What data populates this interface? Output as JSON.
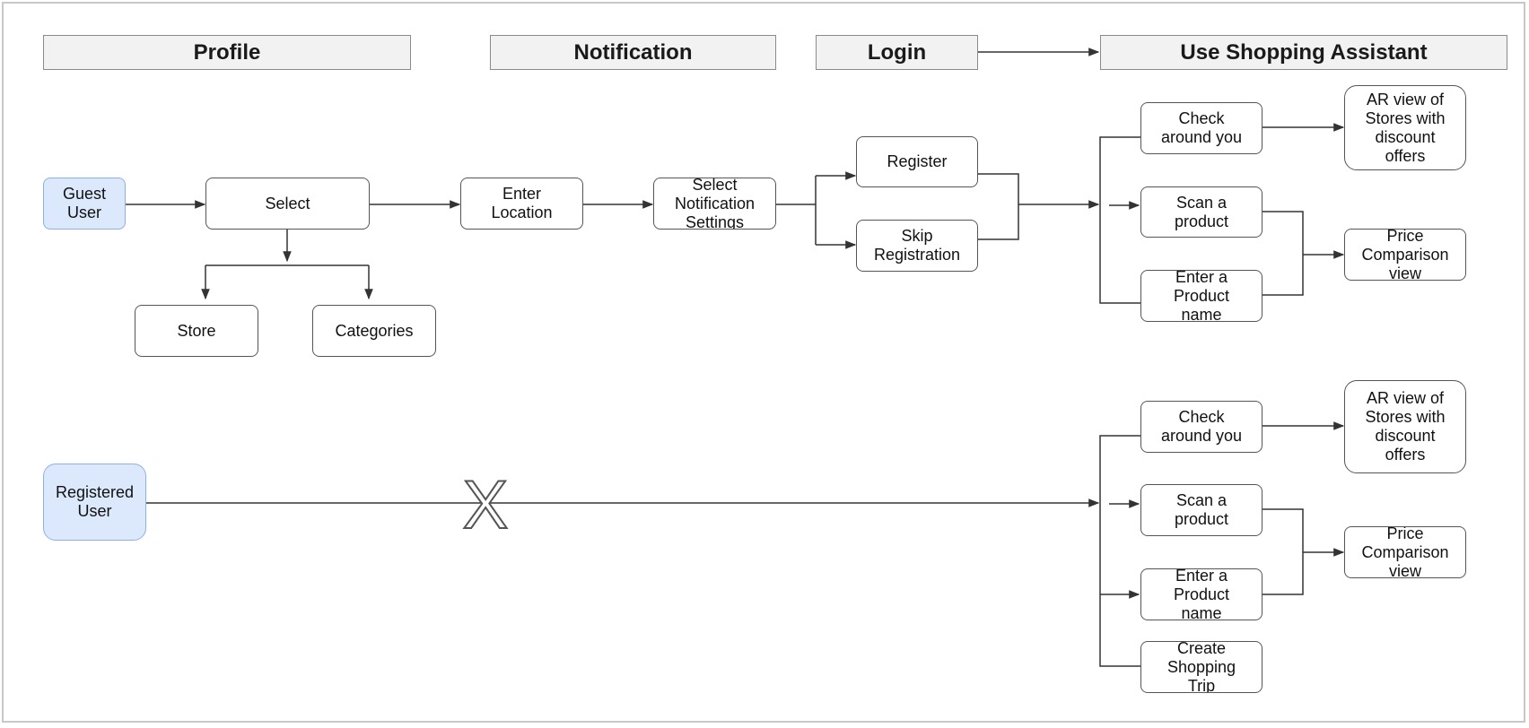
{
  "headers": {
    "profile": "Profile",
    "notification": "Notification",
    "login": "Login",
    "assistant": "Use Shopping Assistant"
  },
  "guest_flow": {
    "actor": "Guest\nUser",
    "select": "Select",
    "store": "Store",
    "categories": "Categories",
    "enter_location": "Enter\nLocation",
    "notification_settings": "Select\nNotification\nSettings",
    "register": "Register",
    "skip_registration": "Skip\nRegistration",
    "check_around": "Check\naround you",
    "scan_product": "Scan a\nproduct",
    "enter_product": "Enter a\nProduct\nname",
    "ar_view": "AR view of\nStores with\ndiscount\noffers",
    "price_view": "Price\nComparison\nview"
  },
  "registered_flow": {
    "actor": "Registered\nUser",
    "skip_mark": "X",
    "check_around": "Check\naround you",
    "scan_product": "Scan a\nproduct",
    "enter_product": "Enter a\nProduct\nname",
    "create_trip": "Create\nShopping\nTrip",
    "ar_view": "AR view of\nStores with\ndiscount\noffers",
    "price_view": "Price\nComparison\nview"
  },
  "colors": {
    "actor_fill": "#dce8fb",
    "actor_border": "#8fb0e3",
    "header_fill": "#f2f2f2",
    "line": "#333333"
  }
}
